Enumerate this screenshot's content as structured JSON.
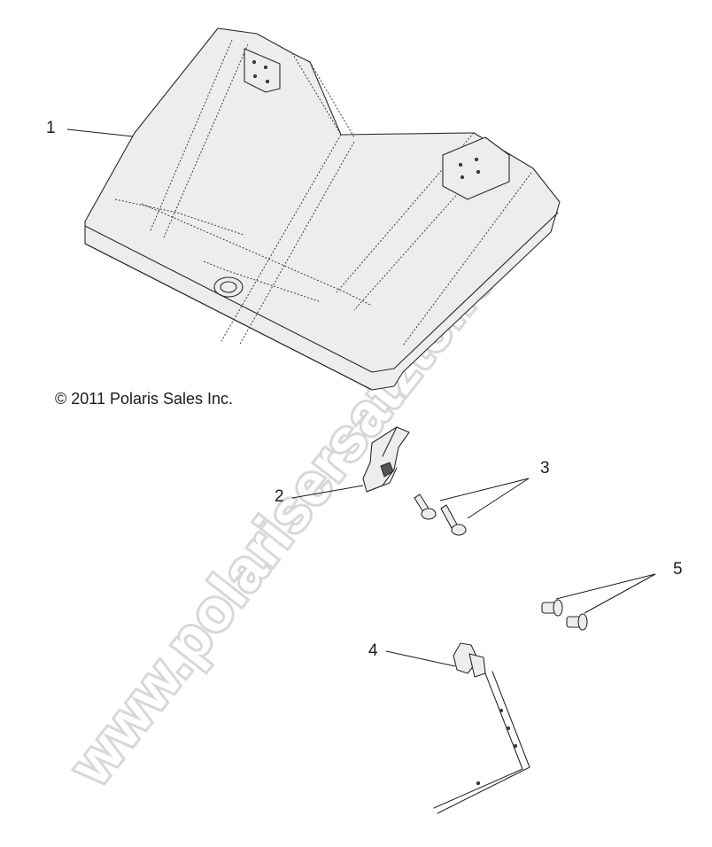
{
  "diagram": {
    "copyright": "© 2011 Polaris Sales Inc.",
    "watermark": "www.polarisersatzteile.de",
    "callouts": [
      {
        "id": "1",
        "label": "1"
      },
      {
        "id": "2",
        "label": "2"
      },
      {
        "id": "3",
        "label": "3"
      },
      {
        "id": "4",
        "label": "4"
      },
      {
        "id": "5",
        "label": "5"
      }
    ]
  }
}
